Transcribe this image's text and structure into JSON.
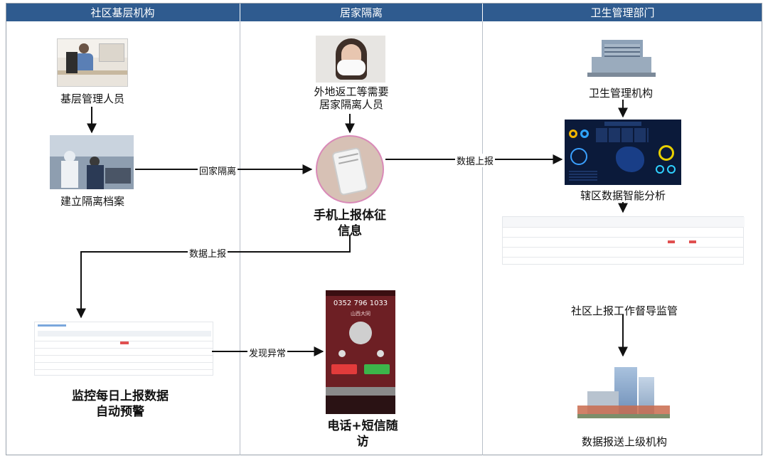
{
  "columns": {
    "community": "社区基层机构",
    "home": "居家隔离",
    "health": "卫生管理部门"
  },
  "nodes": {
    "staff": "基层管理人员",
    "archive": "建立隔离档案",
    "returnees": "外地返工等需要居家隔离人员",
    "phone_report": "手机上报体征信息",
    "monitor": "监控每日上报数据自动预警",
    "call_sms": "电话+短信随访",
    "health_org": "卫生管理机构",
    "analysis": "辖区数据智能分析",
    "supervision": "社区上报工作督导监管",
    "submit": "数据报送上级机构"
  },
  "edges": {
    "home_isolation": "回家隔离",
    "data_report_1": "数据上报",
    "data_report_2": "数据上报",
    "anomaly": "发现异常"
  },
  "phone_screen": {
    "number": "0352 796 1033",
    "location": "山西大同"
  },
  "colors": {
    "header_bg": "#2f5b8f",
    "dashboard_bg": "#0b1a3a",
    "arrow": "#111111"
  }
}
